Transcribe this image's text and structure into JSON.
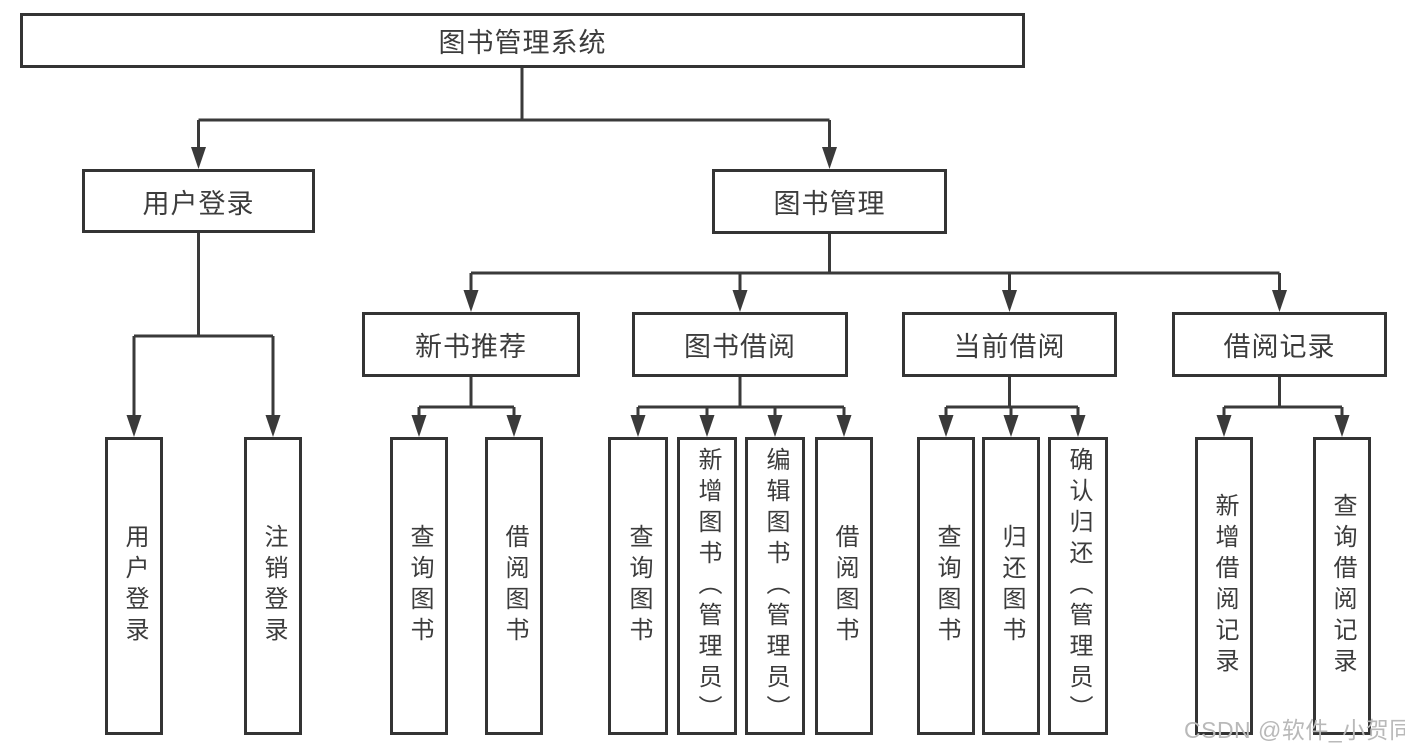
{
  "tree": {
    "label": "图书管理系统",
    "children": [
      {
        "label": "用户登录",
        "children": [
          {
            "label": "用户登录"
          },
          {
            "label": "注销登录"
          }
        ]
      },
      {
        "label": "图书管理",
        "children": [
          {
            "label": "新书推荐",
            "children": [
              {
                "label": "查询图书"
              },
              {
                "label": "借阅图书"
              }
            ]
          },
          {
            "label": "图书借阅",
            "children": [
              {
                "label": "查询图书"
              },
              {
                "label": "新增图书（管理员）"
              },
              {
                "label": "编辑图书（管理员）"
              },
              {
                "label": "借阅图书"
              }
            ]
          },
          {
            "label": "当前借阅",
            "children": [
              {
                "label": "查询图书"
              },
              {
                "label": "归还图书"
              },
              {
                "label": "确认归还（管理员）"
              }
            ]
          },
          {
            "label": "借阅记录",
            "children": [
              {
                "label": "新增借阅记录"
              },
              {
                "label": "查询借阅记录"
              }
            ]
          }
        ]
      }
    ]
  },
  "watermark": {
    "text": "CSDN @软件_小贺同学"
  },
  "colors": {
    "line": "#3a3a3a",
    "box_border": "#343434",
    "text": "#3c3c3c",
    "watermark_text": "#b9b9b9",
    "background": "#ffffff"
  }
}
